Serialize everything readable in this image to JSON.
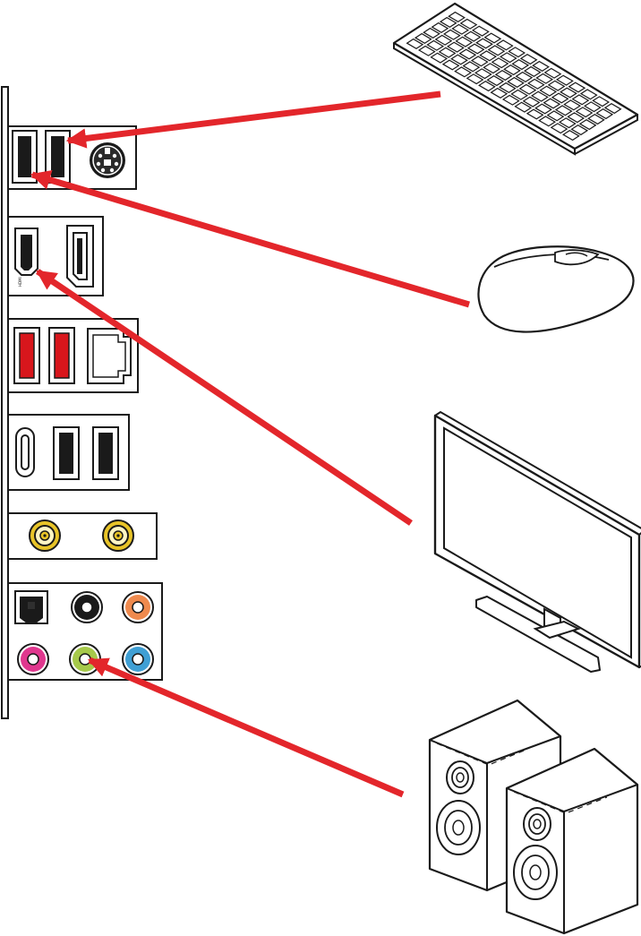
{
  "colors": {
    "arrow": "#e3262b",
    "outline": "#1a1a1a",
    "port_black": "#1a1a1a",
    "usb_red": "#d8161c",
    "antenna_gold": "#e8c428",
    "audio_black": "#1a1a1a",
    "audio_orange": "#ef8a4e",
    "audio_pink": "#e0378e",
    "audio_green": "#a6c94a",
    "audio_blue": "#3f9fd4",
    "screen_fill": "#ffffff"
  },
  "panel": {
    "hdmi_small_label": "HDMI"
  },
  "devices": [
    {
      "id": "keyboard",
      "icon": "keyboard-icon",
      "connects_to": "usb-port"
    },
    {
      "id": "mouse",
      "icon": "mouse-icon",
      "connects_to": "usb-port"
    },
    {
      "id": "monitor",
      "icon": "monitor-icon",
      "connects_to": "hdmi-port"
    },
    {
      "id": "speakers",
      "icon": "speakers-icon",
      "connects_to": "line-out-jack"
    }
  ]
}
